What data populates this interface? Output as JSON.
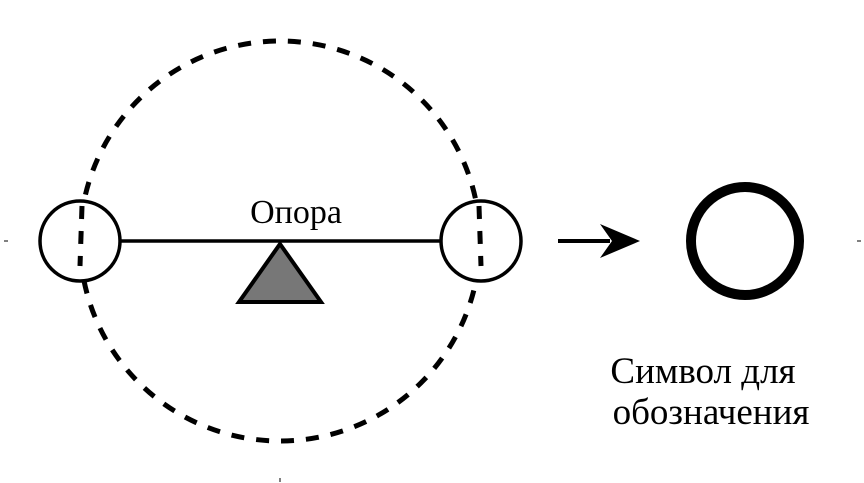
{
  "labels": {
    "pivot": "Опора",
    "symbol_line1": "Символ для",
    "symbol_line2": "обозначения"
  },
  "colors": {
    "stroke": "#000000",
    "fulcrum_fill": "#777777",
    "background": "#ffffff"
  }
}
